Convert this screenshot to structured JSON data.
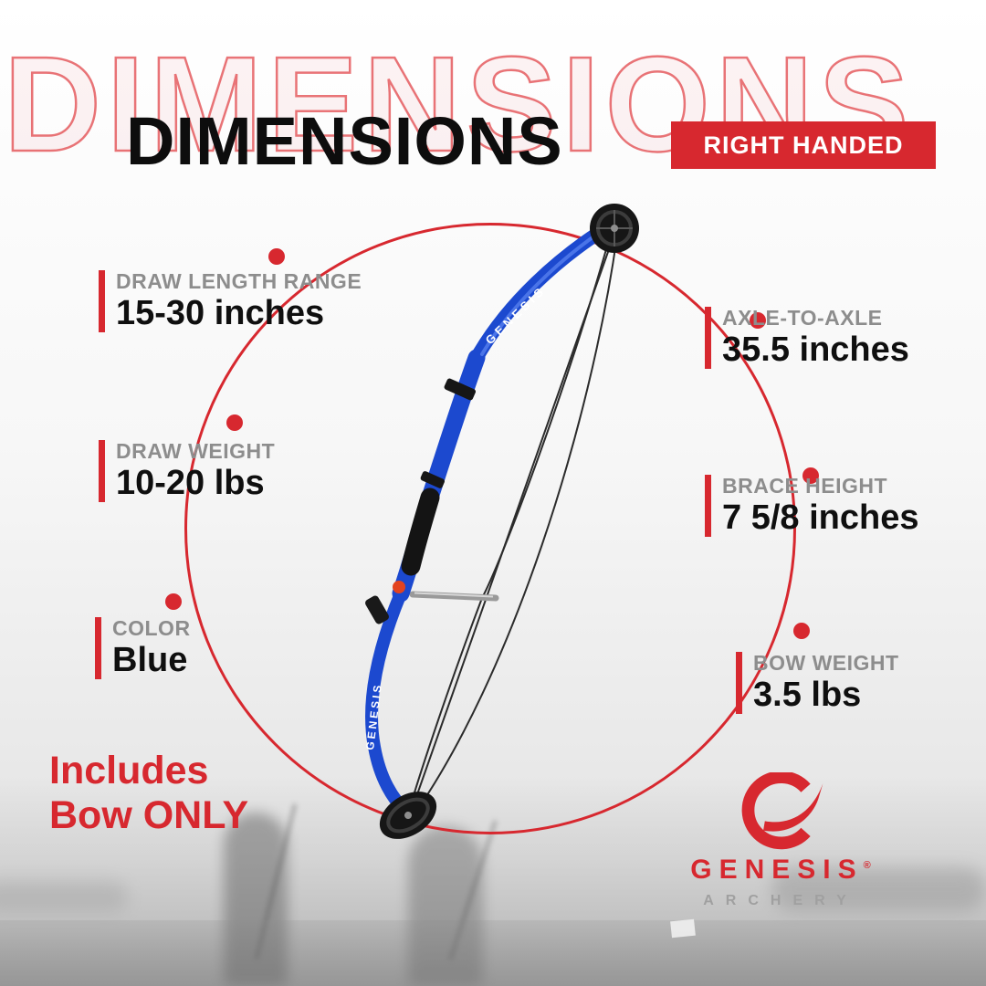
{
  "header": {
    "watermark": "DIMENSIONS",
    "title": "DIMENSIONS",
    "badge": "RIGHT HANDED"
  },
  "specs": {
    "left": [
      {
        "label": "DRAW LENGTH RANGE",
        "value": "15-30 inches"
      },
      {
        "label": "DRAW WEIGHT",
        "value": "10-20 lbs"
      },
      {
        "label": "COLOR",
        "value": "Blue"
      }
    ],
    "right": [
      {
        "label": "AXLE-TO-AXLE",
        "value": "35.5 inches"
      },
      {
        "label": "BRACE HEIGHT",
        "value": "7 5/8 inches"
      },
      {
        "label": "BOW WEIGHT",
        "value": "3.5 lbs"
      }
    ]
  },
  "includes": {
    "line1": "Includes",
    "line2": "Bow ONLY"
  },
  "bow": {
    "limb_text": "GENESIS",
    "color": "Blue"
  },
  "brand": {
    "name": "GENESIS",
    "registered": "®",
    "sub": "ARCHERY"
  },
  "colors": {
    "accent_red": "#d7282f",
    "bow_blue": "#1c49cf",
    "label_gray": "#8d8d8d"
  }
}
